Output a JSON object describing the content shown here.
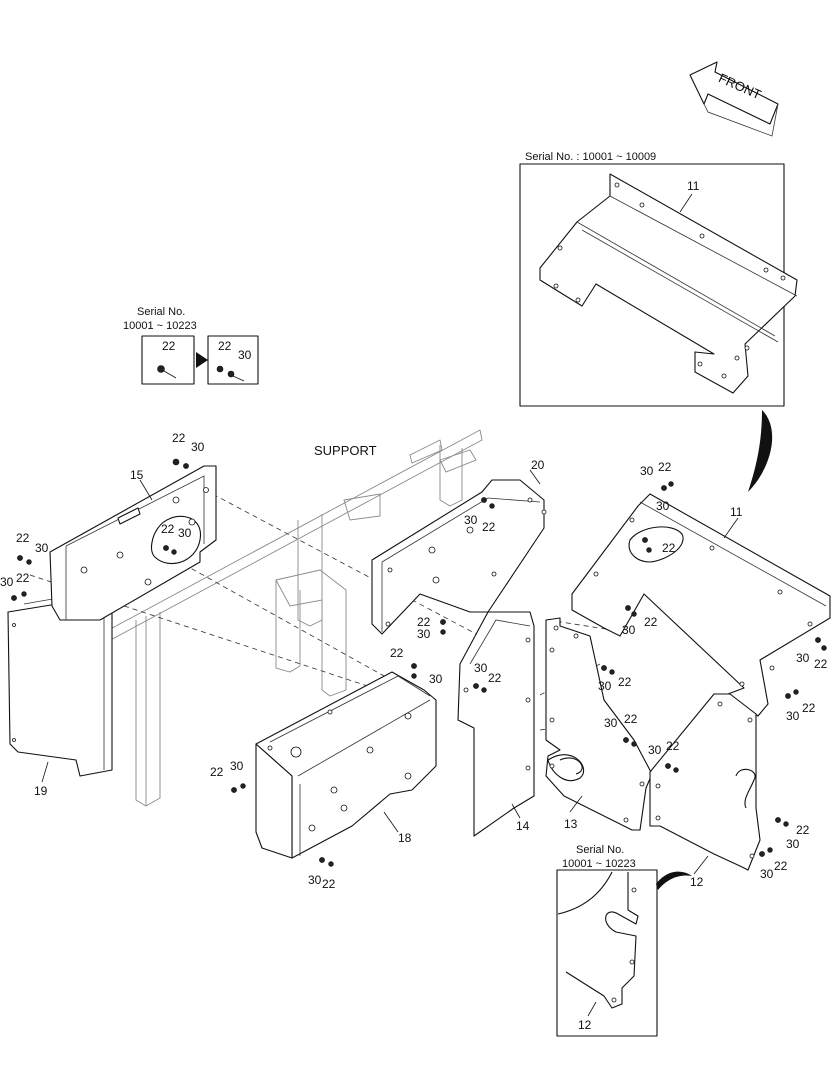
{
  "front_arrow": {
    "label": "FRONT"
  },
  "inset_top": {
    "serial": "Serial No. : 10001 ~ 10009",
    "part": "11"
  },
  "inset_left": {
    "serial_line1": "Serial No.",
    "serial_line2": "10001 ~ 10223",
    "before": [
      "22"
    ],
    "after": [
      "22",
      "30"
    ]
  },
  "inset_bottom": {
    "serial_line1": "Serial No.",
    "serial_line2": "10001 ~ 10223",
    "part": "12"
  },
  "support_label": "SUPPORT",
  "parts": {
    "p11": "11",
    "p12": "12",
    "p13": "13",
    "p14": "14",
    "p15": "15",
    "p18": "18",
    "p19": "19",
    "p20": "20"
  },
  "hw": {
    "bolt": "22",
    "washer": "30"
  },
  "colors": {
    "line": "#111111",
    "frame": "#8a8a8a",
    "background": "#ffffff"
  }
}
